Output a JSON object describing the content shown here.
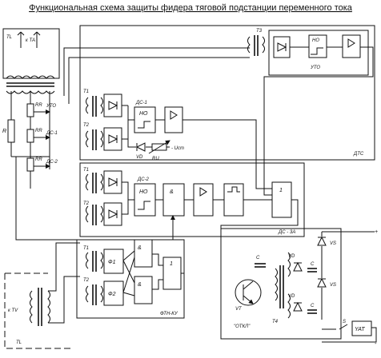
{
  "title": "Функциональная схема защиты фидера тяговой подстанции переменного тока",
  "left": {
    "rail_label": "TL",
    "ta_label": "к ТА",
    "tv_label": "к TV",
    "tl_bottom": "TL",
    "resistor": "R",
    "rr1": "RR",
    "rr2": "RR",
    "rr3": "RR",
    "uto": "УТО",
    "ds1": "ДС-1",
    "ds2": "ДС-2"
  },
  "blocks": {
    "t3": "Т3",
    "ho_top": "НО",
    "uto_block": "УТО",
    "dtc": "ДТС",
    "t1a": "Т1",
    "t2a": "Т2",
    "ds1_block": "ДС-1",
    "ho1": "НО",
    "vd": "VD",
    "ru": "RU",
    "ust": "- Uст",
    "t1b": "Т1",
    "t2b": "Т2",
    "ds2_block": "ДС-2",
    "ho2": "НО",
    "and1": "&",
    "or1": "1",
    "ds3": "ДС - 3А",
    "t1c": "Т1",
    "t2c": "Т2",
    "phi1": "Ф1",
    "phi2": "Ф2",
    "and_a": "&",
    "and_b": "&",
    "or2": "1",
    "ftn": "ФТН-КУ",
    "c1": "С",
    "c2": "С",
    "c3": "С",
    "vt": "VT",
    "t4": "Т4",
    "vd_a": "VD",
    "vd_b": "VD",
    "vs_a": "VS",
    "vs_b": "VS",
    "otkl": "\"ОТКЛ\"",
    "s": "S",
    "yat": "YAT",
    "plus": "+",
    "minus": "-"
  },
  "colors": {
    "ink": "#111111",
    "paper": "#ffffff"
  }
}
